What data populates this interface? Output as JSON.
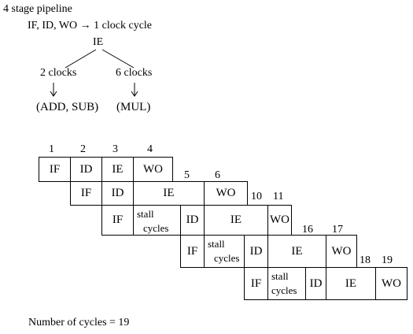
{
  "header": {
    "title": "4 stage pipeline",
    "subtitle": "IF, ID, WO → 1 clock cycle"
  },
  "tree": {
    "root": "IE",
    "left_label": "2 clocks",
    "right_label": "6 clocks",
    "left_ops": "(ADD, SUB)",
    "right_ops": "(MUL)"
  },
  "cycle_numbers": [
    "1",
    "2",
    "3",
    "4",
    "5",
    "6",
    "10",
    "11",
    "16",
    "17",
    "18",
    "19"
  ],
  "rows": [
    [
      "IF",
      "ID",
      "IE",
      "WO"
    ],
    [
      "IF",
      "ID",
      "IE",
      "WO"
    ],
    [
      "IF",
      "stall cycles",
      "ID",
      "IE",
      "WO"
    ],
    [
      "IF",
      "stall cycles",
      "ID",
      "IE",
      "WO"
    ],
    [
      "IF",
      "stall cycles",
      "ID",
      "IE",
      "WO"
    ]
  ],
  "stall": {
    "line1": "stall",
    "line2": "cycles"
  },
  "footer": "Number of cycles = 19"
}
